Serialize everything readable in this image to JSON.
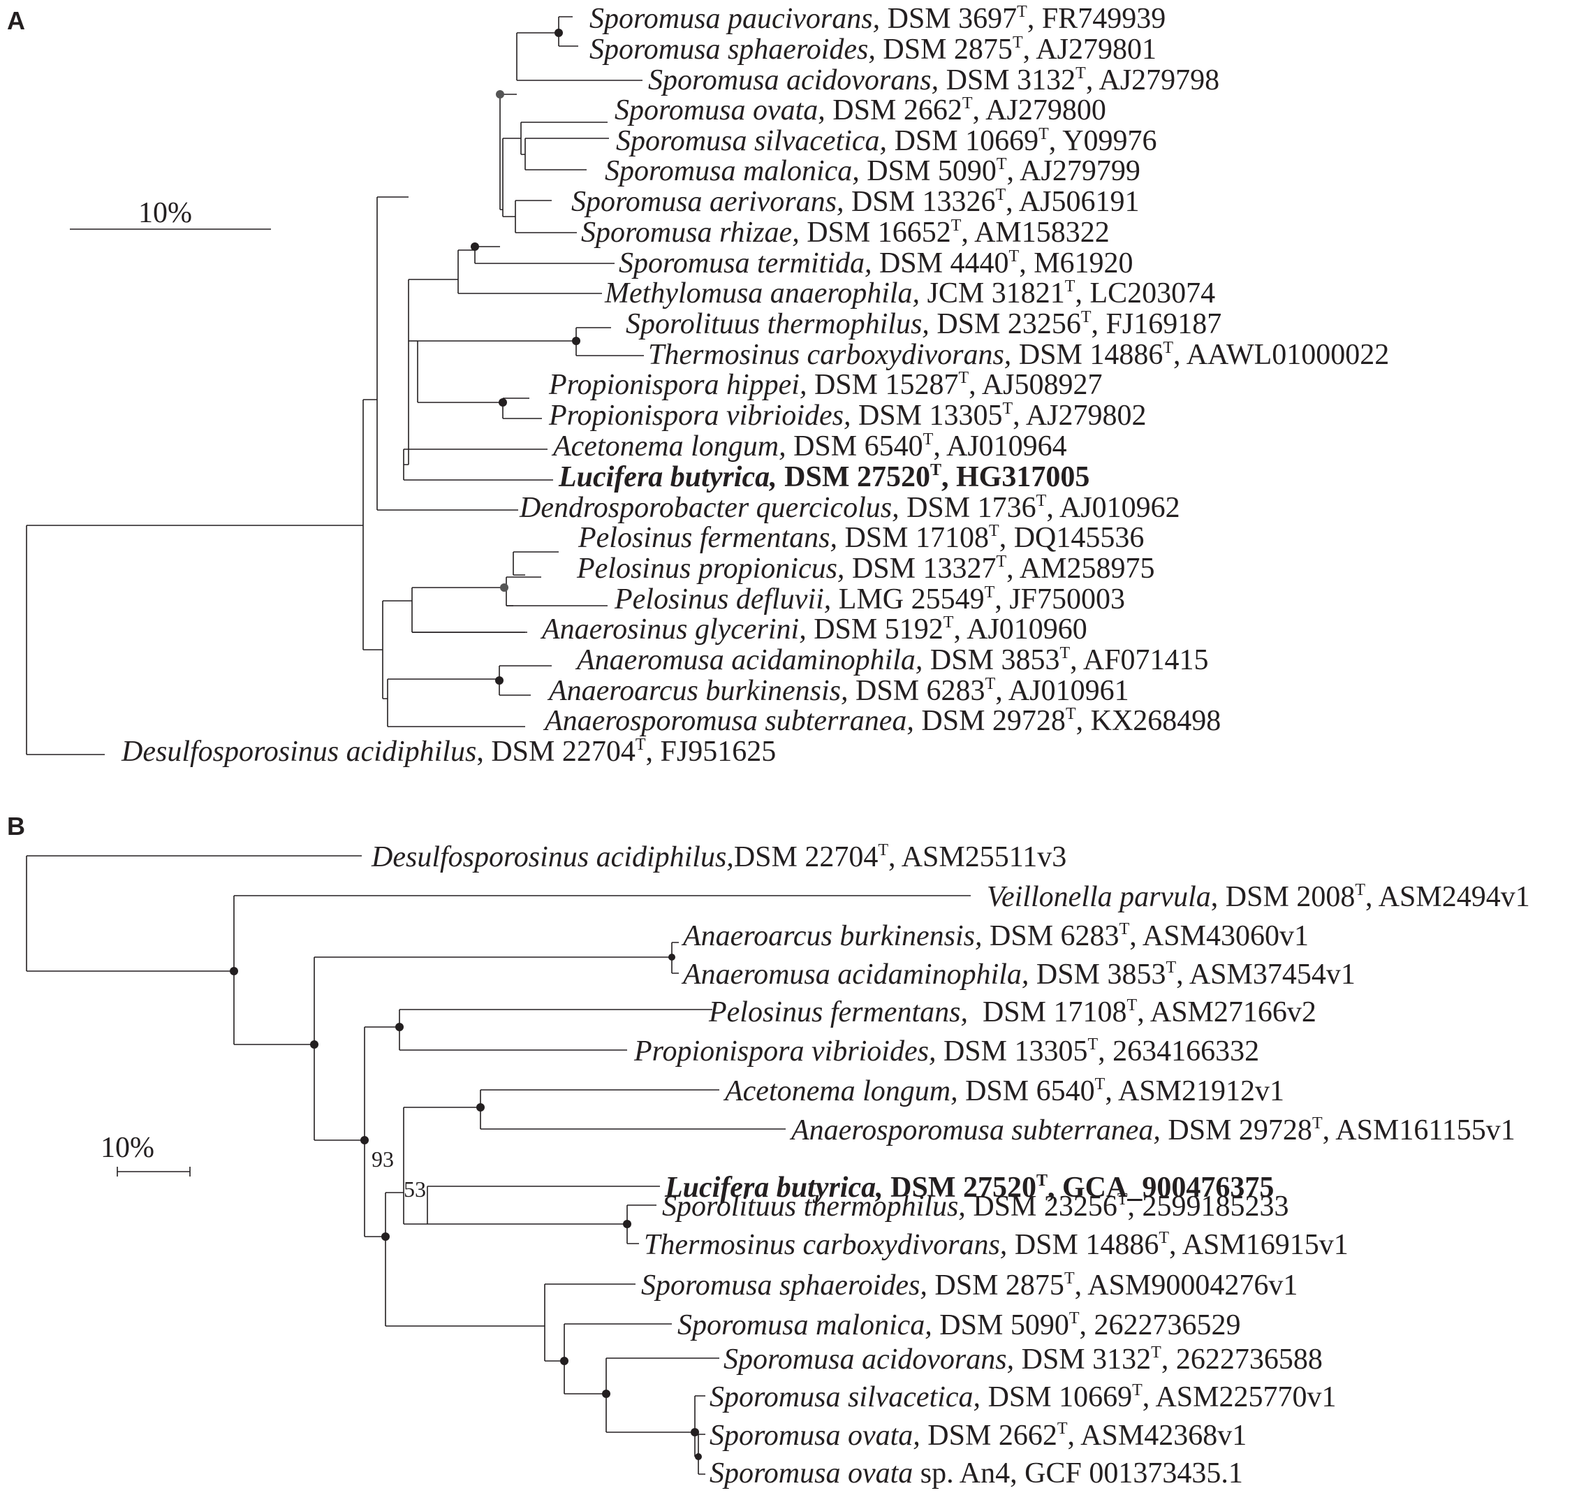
{
  "panel_a": {
    "label": "A",
    "scale_label": "10%",
    "taxa": [
      {
        "species": "Sporomusa paucivorans,",
        "strain": " DSM 3697",
        "sup": "T",
        "acc": ", FR749939"
      },
      {
        "species": "Sporomusa sphaeroides,",
        "strain": " DSM 2875",
        "sup": "T",
        "acc": ", AJ279801"
      },
      {
        "species": "Sporomusa acidovorans,",
        "strain": " DSM 3132",
        "sup": "T",
        "acc": ", AJ279798"
      },
      {
        "species": "Sporomusa ovata,",
        "strain": " DSM 2662",
        "sup": "T",
        "acc": ", AJ279800"
      },
      {
        "species": "Sporomusa silvacetica,",
        "strain": " DSM 10669",
        "sup": "T",
        "acc": ", Y09976"
      },
      {
        "species": "Sporomusa malonica,",
        "strain": " DSM 5090",
        "sup": "T",
        "acc": ", AJ279799"
      },
      {
        "species": "Sporomusa aerivorans,",
        "strain": " DSM 13326",
        "sup": "T",
        "acc": ", AJ506191"
      },
      {
        "species": "Sporomusa rhizae,",
        "strain": " DSM 16652",
        "sup": "T",
        "acc": ", AM158322"
      },
      {
        "species": "Sporomusa termitida,",
        "strain": " DSM 4440",
        "sup": "T",
        "acc": ", M61920"
      },
      {
        "species": "Methylomusa anaerophila,",
        "strain": " JCM 31821",
        "sup": "T",
        "acc": ", LC203074"
      },
      {
        "species": "Sporolituus thermophilus,",
        "strain": " DSM 23256",
        "sup": "T",
        "acc": ", FJ169187"
      },
      {
        "species": "Thermosinus carboxydivorans,",
        "strain": " DSM 14886",
        "sup": "T",
        "acc": ", AAWL01000022"
      },
      {
        "species": "Propionispora hippei,",
        "strain": " DSM 15287",
        "sup": "T",
        "acc": ", AJ508927"
      },
      {
        "species": "Propionispora vibrioides,",
        "strain": " DSM 13305",
        "sup": "T",
        "acc": ", AJ279802"
      },
      {
        "species": "Acetonema longum,",
        "strain": " DSM 6540",
        "sup": "T",
        "acc": ", AJ010964"
      },
      {
        "species": "Lucifera butyrica,",
        "strain": " DSM 27520",
        "sup": "T",
        "acc": ", HG317005"
      },
      {
        "species": "Dendrosporobacter quercicolus,",
        "strain": " DSM 1736",
        "sup": "T",
        "acc": ", AJ010962"
      },
      {
        "species": "Pelosinus fermentans,",
        "strain": " DSM 17108",
        "sup": "T",
        "acc": ", DQ145536"
      },
      {
        "species": "Pelosinus propionicus,",
        "strain": " DSM 13327",
        "sup": "T",
        "acc": ", AM258975"
      },
      {
        "species": "Pelosinus defluvii,",
        "strain": " LMG 25549",
        "sup": "T",
        "acc": ", JF750003"
      },
      {
        "species": "Anaerosinus glycerini,",
        "strain": " DSM 5192",
        "sup": "T",
        "acc": ", AJ010960"
      },
      {
        "species": "Anaeromusa acidaminophila,",
        "strain": " DSM 3853",
        "sup": "T",
        "acc": ", AF071415"
      },
      {
        "species": "Anaeroarcus burkinensis,",
        "strain": " DSM 6283",
        "sup": "T",
        "acc": ", AJ010961"
      },
      {
        "species": "Anaerosporomusa subterranea,",
        "strain": " DSM 29728",
        "sup": "T",
        "acc": ", KX268498"
      },
      {
        "species": "Desulfosporosinus acidiphilus",
        "strain": ", DSM 22704",
        "sup": "T",
        "acc": ", FJ951625"
      }
    ]
  },
  "panel_b": {
    "label": "B",
    "scale_label": "10%",
    "bootstrap": [
      "93",
      "53"
    ],
    "taxa": [
      {
        "species": "Desulfosporosinus acidiphilus,",
        "strain": "DSM 22704",
        "sup": "T",
        "acc": ", ASM25511v3"
      },
      {
        "species": "Veillonella parvula",
        "strain": ", DSM 2008",
        "sup": "T",
        "acc": ", ASM2494v1"
      },
      {
        "species": "Anaeroarcus burkinensis,",
        "strain": " DSM 6283",
        "sup": "T",
        "acc": ", ASM43060v1"
      },
      {
        "species": "Anaeromusa acidaminophila,",
        "strain": " DSM 3853",
        "sup": "T",
        "acc": ", ASM37454v1"
      },
      {
        "species": "Pelosinus fermentans,",
        "strain": "  DSM 17108",
        "sup": "T",
        "acc": ", ASM27166v2"
      },
      {
        "species": "Propionispora vibrioides,",
        "strain": " DSM 13305",
        "sup": "T",
        "acc": ", 2634166332"
      },
      {
        "species": "Acetonema longum,",
        "strain": " DSM 6540",
        "sup": "T",
        "acc": ", ASM21912v1"
      },
      {
        "species": "Anaerosporomusa subterranea,",
        "strain": " DSM 29728",
        "sup": "T",
        "acc": ", ASM161155v1"
      },
      {
        "species": "Lucifera butyrica,",
        "strain": " DSM 27520",
        "sup": "T",
        "acc": ", GCA_900476375"
      },
      {
        "species": "Sporolituus thermophilus,",
        "strain": " DSM 23256",
        "sup": "T",
        "acc": ", 2599185233"
      },
      {
        "species": "Thermosinus carboxydivorans,",
        "strain": " DSM 14886",
        "sup": "T",
        "acc": ", ASM16915v1"
      },
      {
        "species": "Sporomusa sphaeroides,",
        "strain": " DSM 2875",
        "sup": "T",
        "acc": ", ASM90004276v1"
      },
      {
        "species": "Sporomusa malonica,",
        "strain": " DSM 5090",
        "sup": "T",
        "acc": ", 2622736529"
      },
      {
        "species": "Sporomusa acidovorans,",
        "strain": " DSM 3132",
        "sup": "T",
        "acc": ", 2622736588"
      },
      {
        "species": "Sporomusa silvacetica,",
        "strain": " DSM 10669",
        "sup": "T",
        "acc": ", ASM225770v1"
      },
      {
        "species": "Sporomusa ovata,",
        "strain": " DSM 2662",
        "sup": "T",
        "acc": ", ASM42368v1"
      },
      {
        "species": "Sporomusa ovata",
        "strain": " sp. An4, GCF 001373435.1",
        "sup": "",
        "acc": ""
      }
    ]
  }
}
